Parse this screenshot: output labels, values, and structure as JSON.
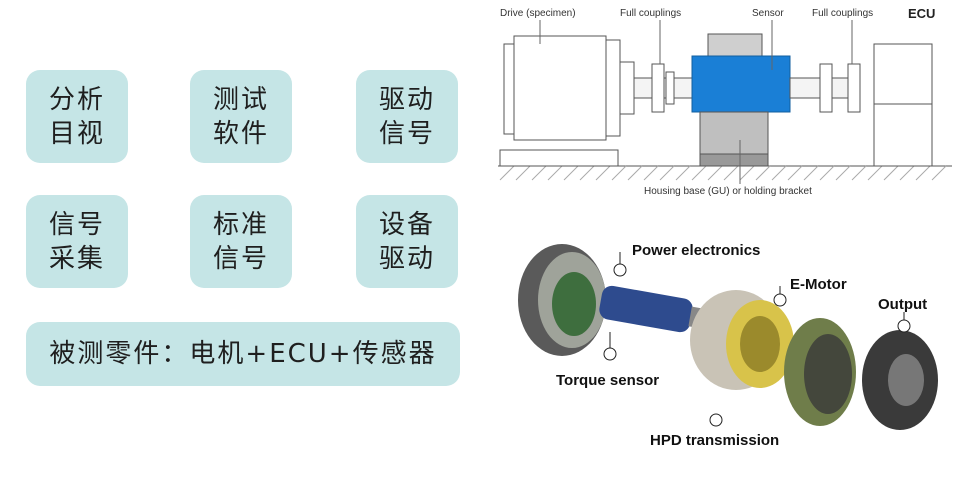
{
  "tiles": [
    {
      "line1": "分析",
      "line2": "目视"
    },
    {
      "line1": "测试",
      "line2": "软件"
    },
    {
      "line1": "驱动",
      "line2": "信号"
    },
    {
      "line1": "信号",
      "line2": "采集"
    },
    {
      "line1": "标准",
      "line2": "信号"
    },
    {
      "line1": "设备",
      "line2": "驱动"
    }
  ],
  "banner": "被测零件：电机+ECU+传感器",
  "test_bench": {
    "drive": "Drive (specimen)",
    "coupling_left": "Full couplings",
    "sensor": "Sensor",
    "coupling_right": "Full couplings",
    "ecu": "ECU",
    "base": "Housing base (GU) or holding bracket"
  },
  "motor": {
    "power": "Power electronics",
    "emotor": "E-Motor",
    "output": "Output",
    "torque": "Torque sensor",
    "hpd": "HPD transmission"
  },
  "colors": {
    "tile_bg": "#c5e5e6",
    "sensor_blue": "#1a7fd6"
  }
}
